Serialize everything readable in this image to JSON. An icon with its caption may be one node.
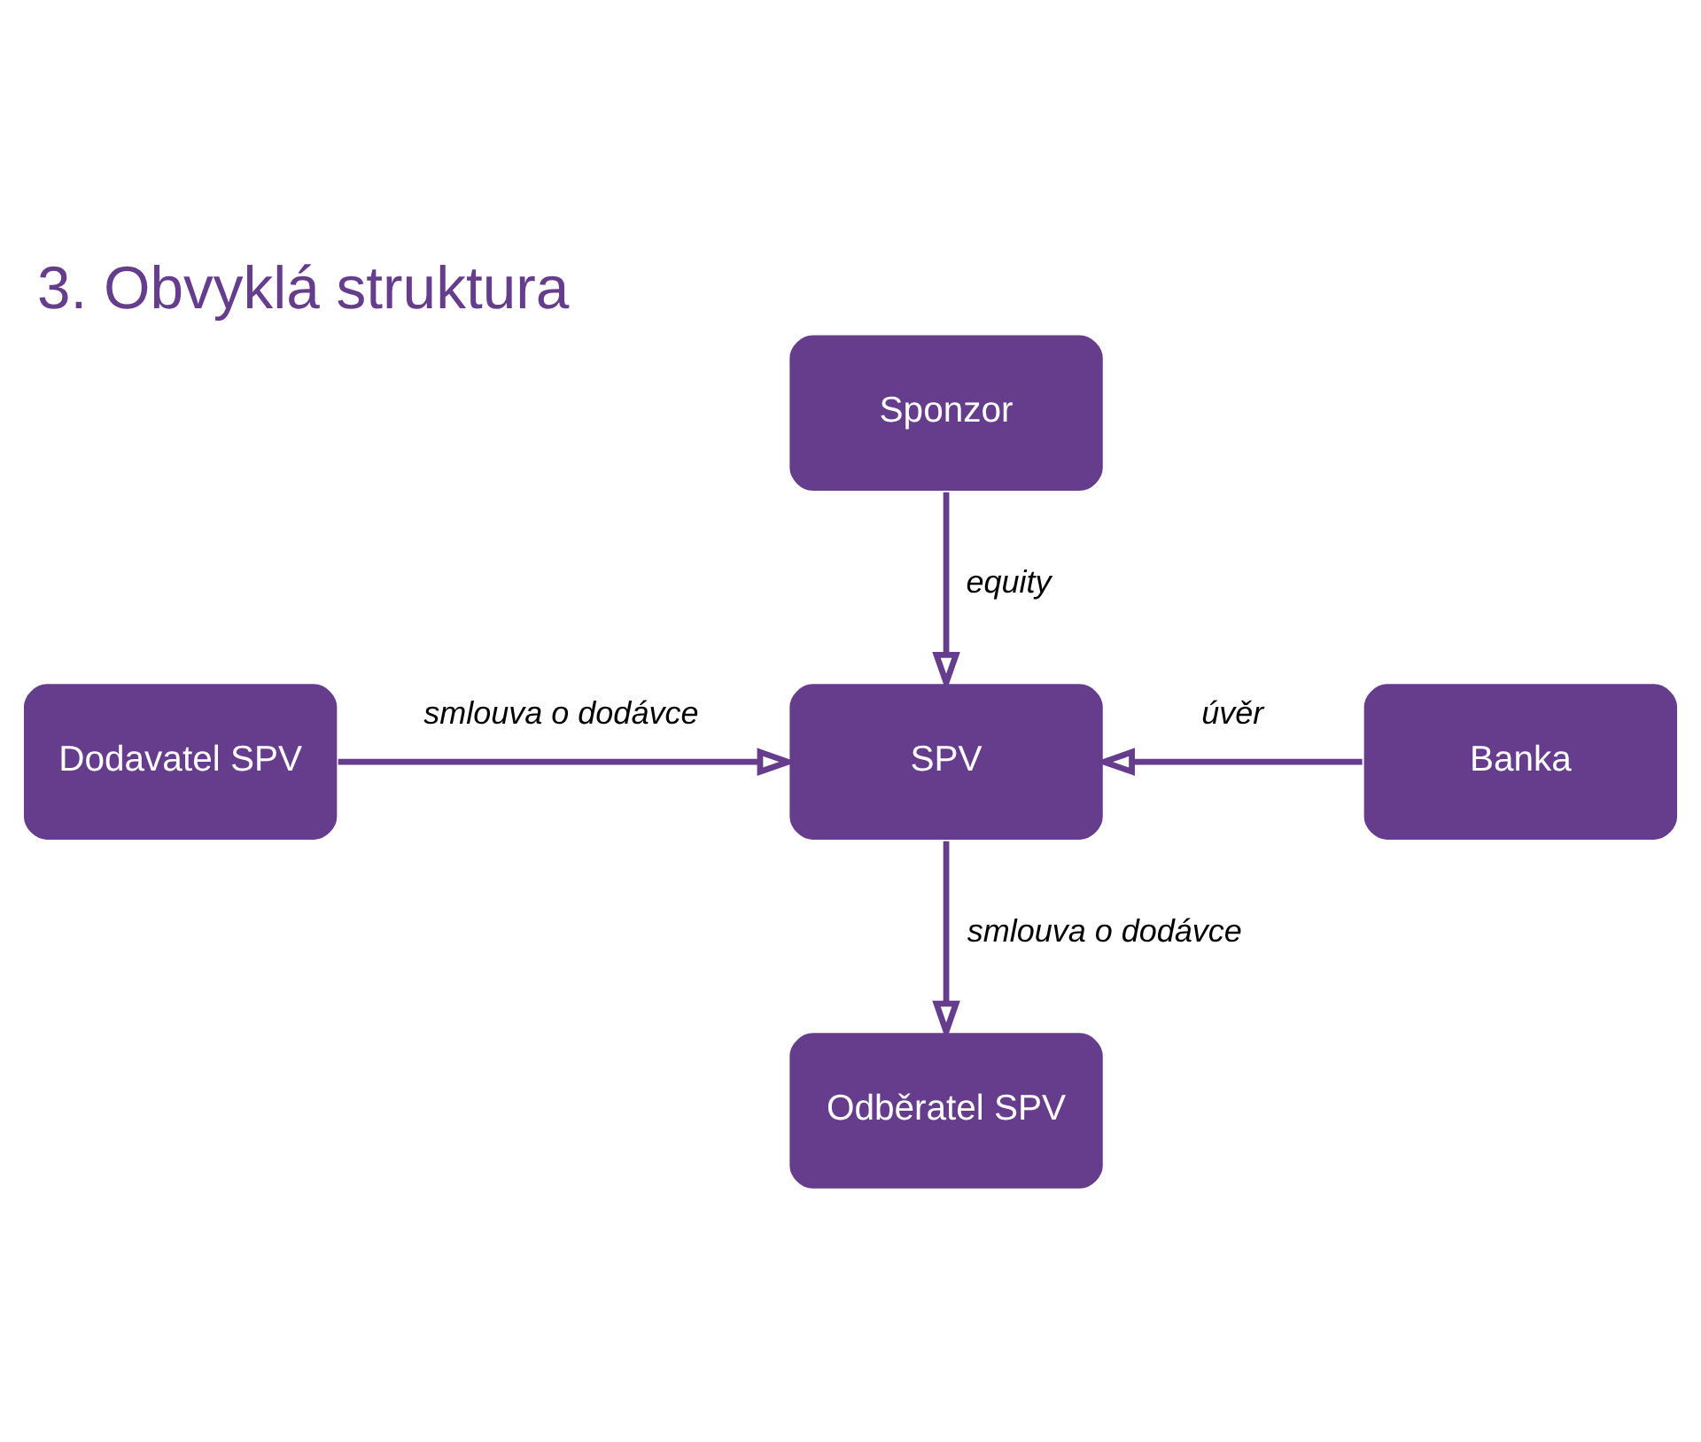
{
  "diagram": {
    "title": "3. Obvyklá struktura",
    "nodes": [
      {
        "text": [
          "Sponzor"
        ]
      },
      {
        "text": [
          "Dodavatel SPV"
        ]
      },
      {
        "text": [
          "SPV"
        ]
      },
      {
        "text": [
          "Banka"
        ]
      },
      {
        "text": [
          "Odběratel SPV"
        ]
      }
    ],
    "edges": [
      {
        "from": 0,
        "to": 2,
        "arrow": "to",
        "label": "equity"
      },
      {
        "from": 1,
        "to": 2,
        "arrow": "to",
        "label": "smlouva o dodávce"
      },
      {
        "from": 3,
        "to": 2,
        "arrow": "to",
        "label": "úvěr"
      },
      {
        "from": 2,
        "to": 4,
        "arrow": "to",
        "label": "smlouva o dodávce"
      }
    ]
  }
}
